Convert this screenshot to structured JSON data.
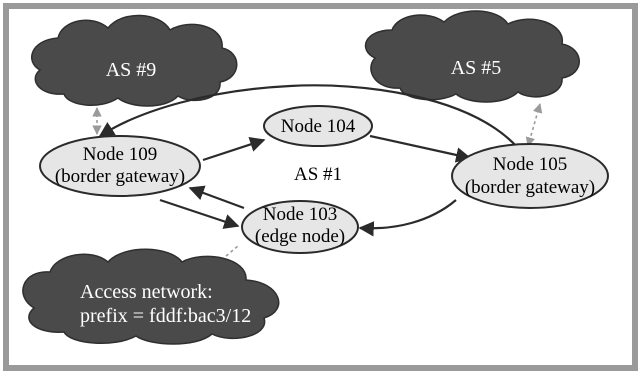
{
  "diagram": {
    "clouds": {
      "as9": "AS #9",
      "as5": "AS #5",
      "access_line1": "Access network:",
      "access_line2": "prefix = fddf:bac3/12"
    },
    "center_label": "AS #1",
    "nodes": {
      "node104": {
        "line1": "Node 104"
      },
      "node109": {
        "line1": "Node 109",
        "line2": "(border gateway)"
      },
      "node105": {
        "line1": "Node 105",
        "line2": "(border gateway)"
      },
      "node103": {
        "line1": "Node 103",
        "line2": "(edge node)"
      }
    }
  }
}
